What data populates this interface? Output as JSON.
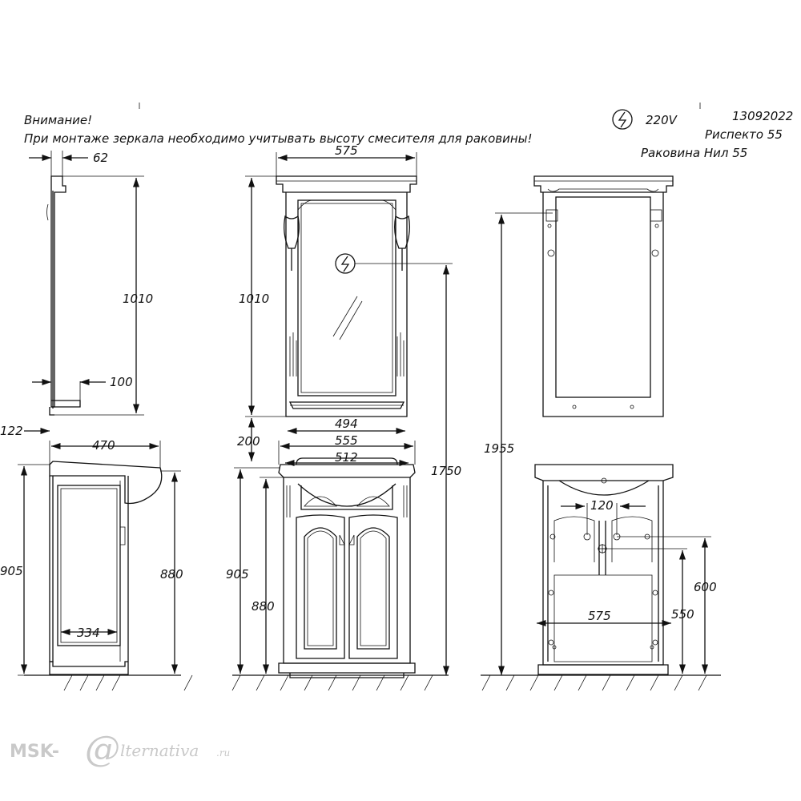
{
  "header": {
    "warning_title": "Внимание!",
    "warning_text": "При монтаже зеркала необходимо учитывать высоту смесителя для раковины!",
    "voltage": "220V",
    "code": "13092022",
    "product_mirror": "Риспекто  55",
    "product_sink": "Раковина  Нил  55"
  },
  "icons": {
    "power": "power-symbol-icon"
  },
  "dimensions": {
    "mirror_side_depth": "62",
    "mirror_side_height": "1010",
    "mirror_shelf_depth": "100",
    "mirror_side_offset": "122",
    "mirror_front_width": "575",
    "mirror_front_height": "1010",
    "mirror_inner_width": "494",
    "mirror_gap": "200",
    "cabinet_depth": "470",
    "cabinet_side_height": "905",
    "cabinet_body_height": "880",
    "cabinet_inner_depth": "334",
    "sink_width": "555",
    "cabinet_width": "512",
    "front_total_height": "905",
    "front_body_height": "880",
    "power_height": "1750",
    "total_height": "1955",
    "pipe_spacing": "120",
    "back_width": "575",
    "pipe_height_upper": "600",
    "pipe_height_lower": "550"
  },
  "watermark": {
    "brand_left": "MSK-",
    "brand_at": "@",
    "brand_right": "lternativa",
    "domain": ".ru"
  }
}
